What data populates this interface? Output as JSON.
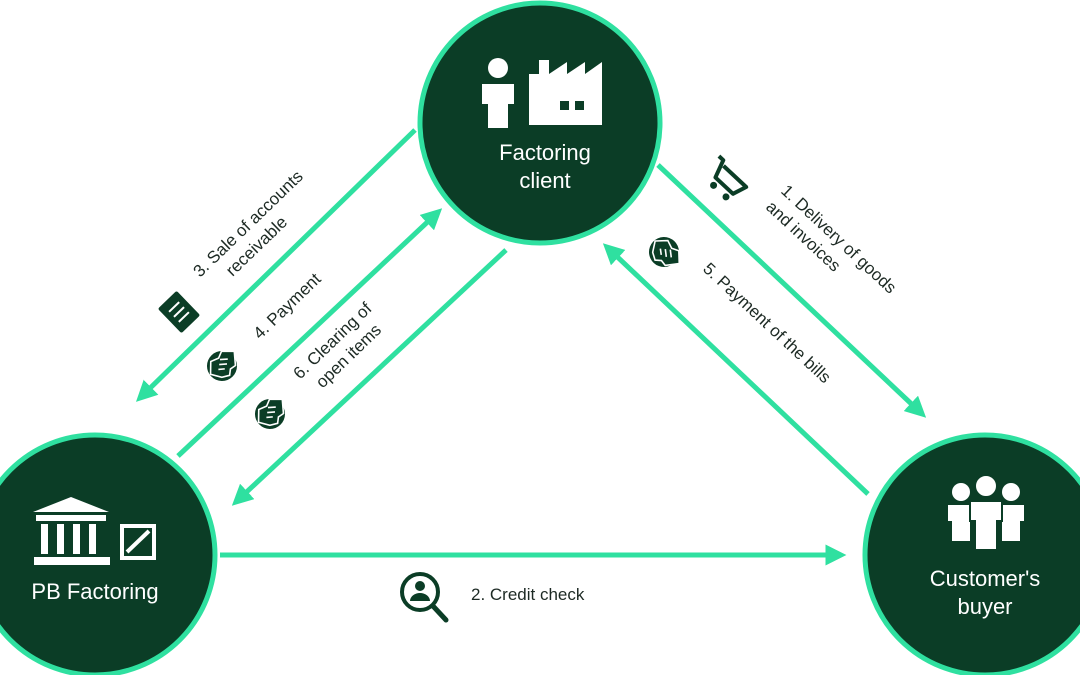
{
  "colors": {
    "node_fill": "#0b3d26",
    "node_ring": "#2fe0a0",
    "arrow": "#2fe0a0",
    "icon_fill": "#ffffff",
    "icon_dark": "#0b3d26",
    "text_dark": "#1d2a24"
  },
  "nodes": {
    "factoring_client": {
      "line1": "Factoring",
      "line2": "client",
      "icons": [
        "person-icon",
        "factory-icon"
      ]
    },
    "pb_factoring": {
      "label": "PB Factoring",
      "icons": [
        "bank-icon",
        "deutsche-bank-logo-icon"
      ]
    },
    "customers_buyer": {
      "line1": "Customer's",
      "line2": "buyer",
      "icons": [
        "group-icon"
      ]
    }
  },
  "flows": {
    "step1": {
      "line1": "1. Delivery of goods",
      "line2": "and invoices",
      "icon": "shopping-cart-icon"
    },
    "step2": {
      "label": "2. Credit check",
      "icon": "person-search-icon"
    },
    "step3": {
      "line1": "3. Sale of accounts",
      "line2": "receivable",
      "icon": "document-icon"
    },
    "step4": {
      "label": "4. Payment",
      "icon": "handshake-icon"
    },
    "step5": {
      "label": "5. Payment of the bills",
      "icon": "handshake-icon"
    },
    "step6": {
      "line1": "6. Clearing of",
      "line2": "open items",
      "icon": "handshake-icon"
    }
  }
}
